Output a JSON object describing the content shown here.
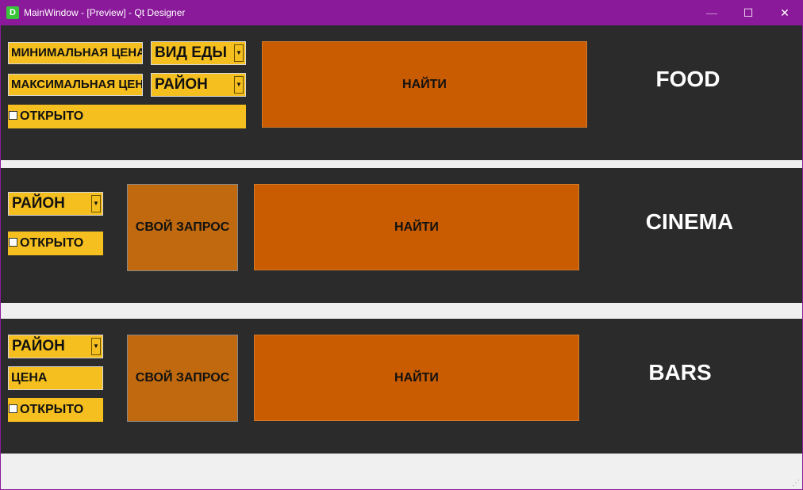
{
  "window": {
    "title": "MainWindow - [Preview] - Qt Designer",
    "app_icon_letter": "D",
    "minimize_glyph": "—",
    "maximize_glyph": "☐",
    "close_glyph": "✕"
  },
  "food": {
    "title": "FOOD",
    "min_price": "МИНИМАЛЬНАЯ ЦЕНА",
    "max_price": "МАКСИМАЛЬНАЯ ЦЕНА",
    "food_type": "ВИД ЕДЫ",
    "district": "РАЙОН",
    "open_label": "ОТКРЫТО",
    "find_label": "НАЙТИ"
  },
  "cinema": {
    "title": "CINEMA",
    "district": "РАЙОН",
    "open_label": "ОТКРЫТО",
    "own_query_label": "СВОЙ ЗАПРОС",
    "find_label": "НАЙТИ"
  },
  "bars": {
    "title": "BARS",
    "district": "РАЙОН",
    "price": "ЦЕНА",
    "open_label": "ОТКРЫТО",
    "own_query_label": "СВОЙ ЗАПРОС",
    "find_label": "НАЙТИ"
  },
  "colors": {
    "titlebar": "#8a1a9a",
    "panel": "#2b2b2b",
    "field": "#f5bf1f",
    "find_button": "#c95b00",
    "own_query_button": "#c0690f"
  }
}
